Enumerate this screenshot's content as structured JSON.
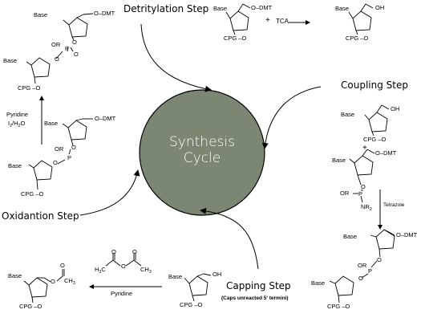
{
  "cycle": {
    "title_line1": "Synthesis",
    "title_line2": "Cycle",
    "fill_color": "#7b8673",
    "stroke_color": "#000000"
  },
  "steps": {
    "detritylation": "Detritylation Step",
    "coupling": "Coupling Step",
    "capping": "Capping Step",
    "capping_note": "(Caps unreacted 5' termini)",
    "oxidation": "Oxidantion Step"
  },
  "chem": {
    "base": "Base",
    "cpg_o": "CPG –O",
    "o_dmt": "O–DMT",
    "oh": "OH",
    "or": "OR",
    "p": "P",
    "o": "O",
    "plus": "+",
    "tca": "TCA",
    "tetrazole": "Tetrazole",
    "nr2": "NR",
    "nr2_sub": "2",
    "pyridine": "Pyridine",
    "i2_i": "I",
    "i2_sub": "2",
    "h2o_h": "/H",
    "h2o_sub": "2",
    "h2o_o": "O",
    "h3c": "H",
    "h3c_sub": "3",
    "h3c_c": "C",
    "ch3_ch": "CH",
    "ch3_sub": "3"
  }
}
